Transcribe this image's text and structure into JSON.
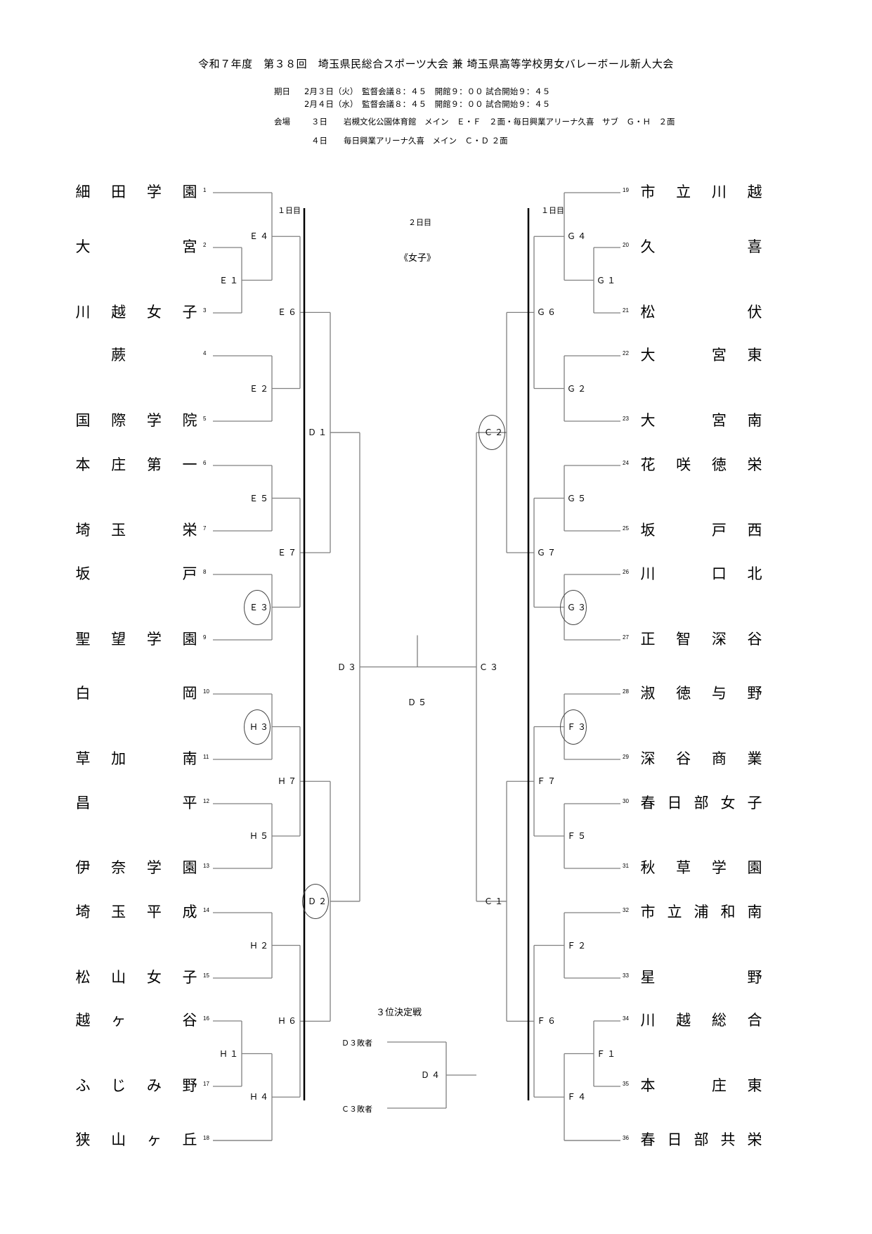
{
  "header": {
    "title": "令和７年度　第３８回　埼玉県民総合スポーツ大会 兼 埼玉県高等学校男女バレーボール新人大会",
    "schedule_label": "期日",
    "schedule": [
      "2月３日（火）　監督会議８：４５　開館９：００ 試合開始９：４５",
      "2月４日（水）　監督会議８：４５　開館９：００ 試合開始９：４５"
    ],
    "venue_label": "会場",
    "venues": [
      "３日　　岩槻文化公園体育館　メイン　Ｅ・Ｆ　２面・毎日興業アリーナ久喜　サブ　Ｇ・Ｈ　２面",
      "４日　　毎日興業アリーナ久喜　メイン　Ｃ・Ｄ ２面"
    ]
  },
  "labels": {
    "day1_left": "１日目",
    "day1_right": "１日目",
    "day2": "２日目",
    "division": "《女子》",
    "third_place": "３位決定戦",
    "d3_loser": "Ｄ３敗者",
    "c3_loser": "Ｃ３敗者"
  },
  "left_teams": [
    {
      "no": "1",
      "chars": [
        "細",
        "田",
        "学",
        "園"
      ]
    },
    {
      "no": "2",
      "chars": [
        "大",
        "",
        "",
        "宮"
      ]
    },
    {
      "no": "3",
      "chars": [
        "川",
        "越",
        "女",
        "子"
      ]
    },
    {
      "no": "4",
      "chars": [
        "",
        "蕨",
        "",
        ""
      ]
    },
    {
      "no": "5",
      "chars": [
        "国",
        "際",
        "学",
        "院"
      ]
    },
    {
      "no": "6",
      "chars": [
        "本",
        "庄",
        "第",
        "一"
      ]
    },
    {
      "no": "7",
      "chars": [
        "埼",
        "玉",
        "",
        "栄"
      ]
    },
    {
      "no": "8",
      "chars": [
        "坂",
        "",
        "",
        "戸"
      ]
    },
    {
      "no": "9",
      "chars": [
        "聖",
        "望",
        "学",
        "園"
      ]
    },
    {
      "no": "10",
      "chars": [
        "白",
        "",
        "",
        "岡"
      ]
    },
    {
      "no": "11",
      "chars": [
        "草",
        "加",
        "",
        "南"
      ]
    },
    {
      "no": "12",
      "chars": [
        "昌",
        "",
        "",
        "平"
      ]
    },
    {
      "no": "13",
      "chars": [
        "伊",
        "奈",
        "学",
        "園"
      ]
    },
    {
      "no": "14",
      "chars": [
        "埼",
        "玉",
        "平",
        "成"
      ]
    },
    {
      "no": "15",
      "chars": [
        "松",
        "山",
        "女",
        "子"
      ]
    },
    {
      "no": "16",
      "chars": [
        "越",
        "ヶ",
        "",
        "谷"
      ]
    },
    {
      "no": "17",
      "chars": [
        "ふ",
        "じ",
        "み",
        "野"
      ]
    },
    {
      "no": "18",
      "chars": [
        "狭",
        "山",
        "ヶ",
        "丘"
      ]
    }
  ],
  "right_teams": [
    {
      "no": "19",
      "chars": [
        "市",
        "立",
        "川",
        "越"
      ]
    },
    {
      "no": "20",
      "chars": [
        "久",
        "",
        "",
        "喜"
      ]
    },
    {
      "no": "21",
      "chars": [
        "松",
        "",
        "",
        "伏"
      ]
    },
    {
      "no": "22",
      "chars": [
        "大",
        "",
        "宮",
        "東"
      ]
    },
    {
      "no": "23",
      "chars": [
        "大",
        "",
        "宮",
        "南"
      ]
    },
    {
      "no": "24",
      "chars": [
        "花",
        "咲",
        "徳",
        "栄"
      ]
    },
    {
      "no": "25",
      "chars": [
        "坂",
        "",
        "戸",
        "西"
      ]
    },
    {
      "no": "26",
      "chars": [
        "川",
        "",
        "口",
        "北"
      ]
    },
    {
      "no": "27",
      "chars": [
        "正",
        "智",
        "深",
        "谷"
      ]
    },
    {
      "no": "28",
      "chars": [
        "淑",
        "徳",
        "与",
        "野"
      ]
    },
    {
      "no": "29",
      "chars": [
        "深",
        "谷",
        "商",
        "業"
      ]
    },
    {
      "no": "30",
      "chars": [
        "春",
        "日",
        "部",
        "女",
        "子"
      ]
    },
    {
      "no": "31",
      "chars": [
        "秋",
        "草",
        "学",
        "園"
      ]
    },
    {
      "no": "32",
      "chars": [
        "市",
        "立",
        "浦",
        "和",
        "南"
      ]
    },
    {
      "no": "33",
      "chars": [
        "星",
        "",
        "",
        "野"
      ]
    },
    {
      "no": "34",
      "chars": [
        "川",
        "越",
        "総",
        "合"
      ]
    },
    {
      "no": "35",
      "chars": [
        "本",
        "",
        "庄",
        "東"
      ]
    },
    {
      "no": "36",
      "chars": [
        "春",
        "日",
        "部",
        "共",
        "栄"
      ]
    }
  ],
  "matches": {
    "E1": "Ｅ１",
    "E2": "Ｅ２",
    "E3": "Ｅ３",
    "E4": "Ｅ４",
    "E5": "Ｅ５",
    "E6": "Ｅ６",
    "E7": "Ｅ７",
    "H1": "Ｈ１",
    "H2": "Ｈ２",
    "H3": "Ｈ３",
    "H4": "Ｈ４",
    "H5": "Ｈ５",
    "H6": "Ｈ６",
    "H7": "Ｈ７",
    "D1": "Ｄ１",
    "D2": "Ｄ２",
    "D3": "Ｄ３",
    "D4": "Ｄ４",
    "D5": "Ｄ５",
    "G1": "Ｇ１",
    "G2": "Ｇ２",
    "G3": "Ｇ３",
    "G4": "Ｇ４",
    "G5": "Ｇ５",
    "G6": "Ｇ６",
    "G7": "Ｇ７",
    "F1": "Ｆ１",
    "F2": "Ｆ２",
    "F3": "Ｆ３",
    "F4": "Ｆ４",
    "F5": "Ｆ５",
    "F6": "Ｆ６",
    "F7": "Ｆ７",
    "C1": "Ｃ１",
    "C2": "Ｃ２",
    "C3": "Ｃ３"
  },
  "circled_matches": [
    "E3",
    "H3",
    "D2",
    "C2",
    "G3",
    "F3"
  ]
}
